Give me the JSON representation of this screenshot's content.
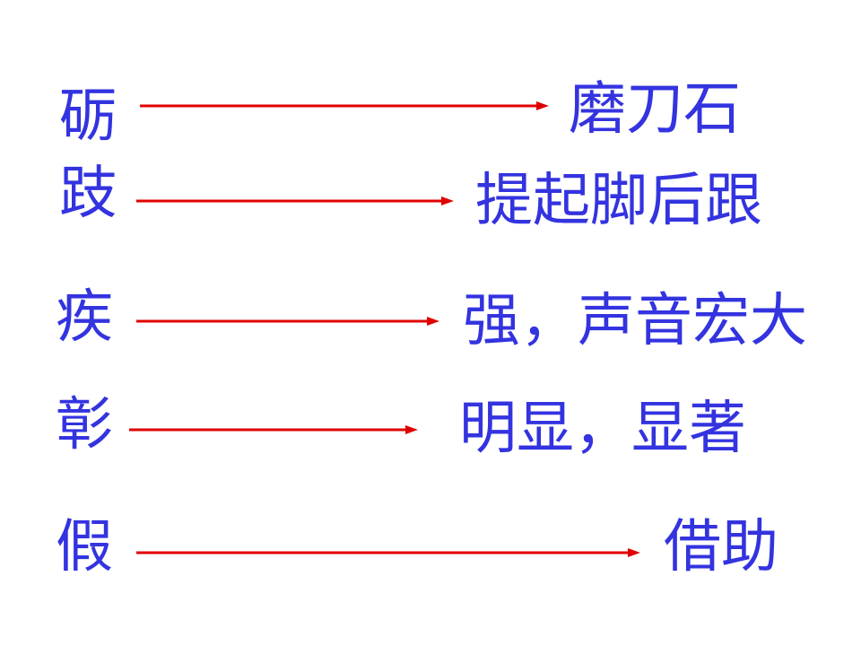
{
  "colors": {
    "text": "#3333e0",
    "arrow": "#e00000",
    "background": "#ffffff"
  },
  "rows": [
    {
      "term": "砺",
      "meaning": "磨刀石"
    },
    {
      "term": "跂",
      "meaning": "提起脚后跟"
    },
    {
      "term": "疾",
      "meaning": "强，声音宏大"
    },
    {
      "term": "彰",
      "meaning": "明显，显著"
    },
    {
      "term": "假",
      "meaning": "借助"
    }
  ]
}
